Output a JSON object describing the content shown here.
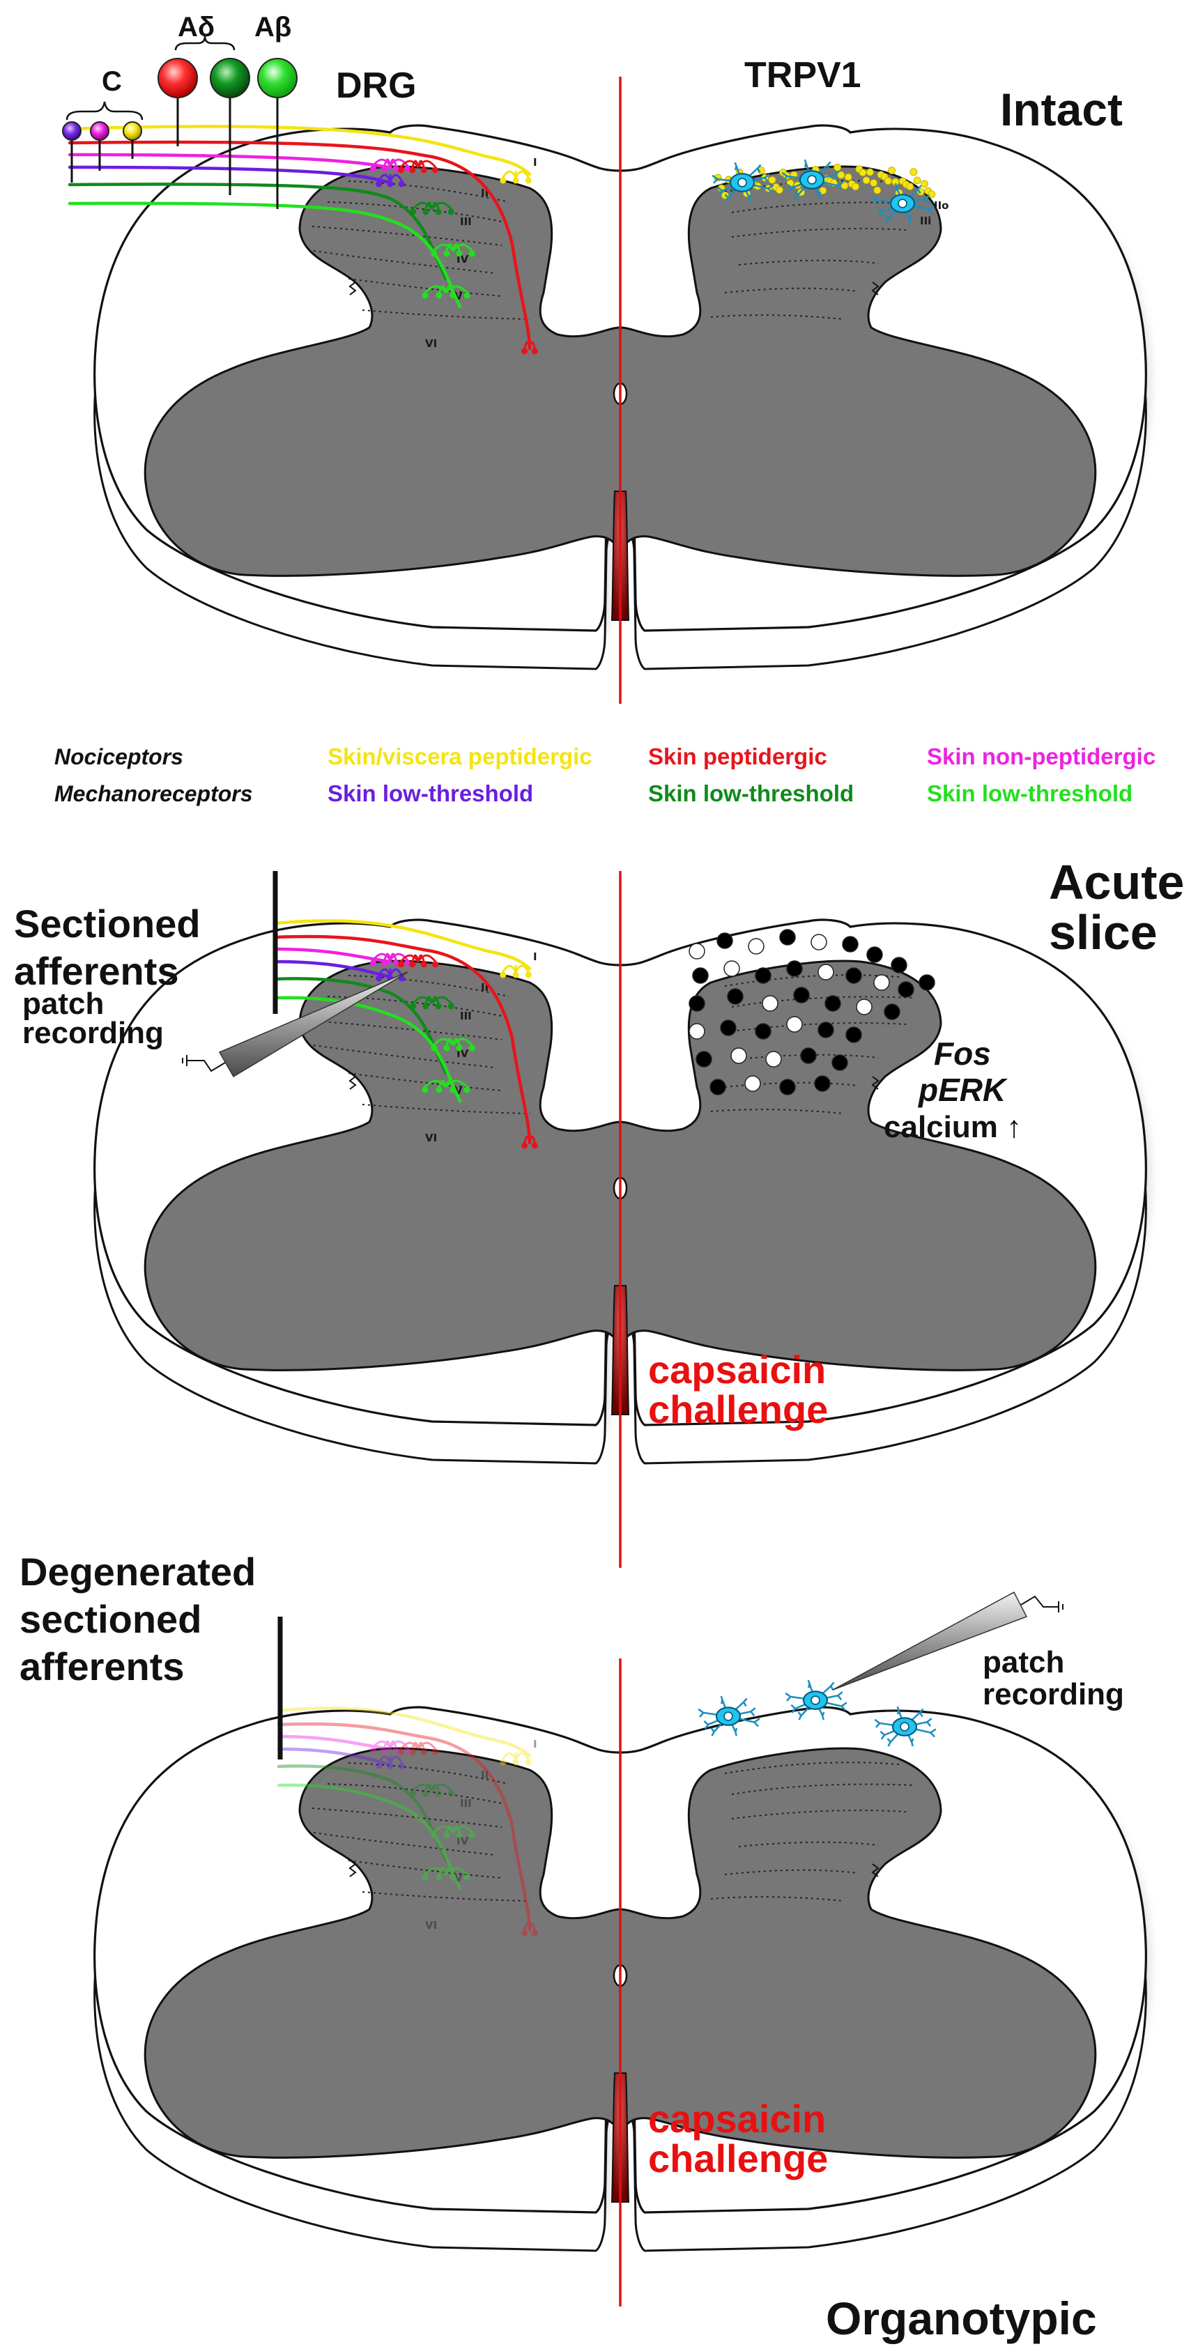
{
  "header": {
    "fiber_group_c": "C",
    "fiber_group_adelta": "Aδ",
    "fiber_group_abeta": "Aβ",
    "drg": "DRG",
    "trpv1": "TRPV1"
  },
  "panels": [
    {
      "title_lines": [
        "Intact"
      ],
      "left_annotation": [],
      "left_sub_annotation": [],
      "right_annotation": [],
      "bottom_annotation": []
    },
    {
      "title_lines": [
        "Acute",
        "slice"
      ],
      "left_annotation": [
        "Sectioned",
        "afferents"
      ],
      "left_sub_annotation": [
        "patch",
        "recording"
      ],
      "right_annotation": [
        "Fos",
        "pERK",
        "calcium ↑"
      ],
      "bottom_annotation": [
        "capsaicin",
        "challenge"
      ]
    },
    {
      "title_lines": [
        "Organotypic"
      ],
      "left_annotation": [
        "Degenerated",
        "sectioned",
        "afferents"
      ],
      "left_sub_annotation": [],
      "right_annotation": [
        "patch",
        "recording"
      ],
      "bottom_annotation": [
        "capsaicin",
        "challenge"
      ]
    }
  ],
  "laminae": [
    "I",
    "II",
    "III",
    "IV",
    "V",
    "VI"
  ],
  "lamina_sub": [
    "IIi",
    "IIo"
  ],
  "legend": {
    "rows": [
      {
        "heading": "Nociceptors",
        "items": [
          {
            "label": "Skin/viscera peptidergic",
            "color": "#f4e410"
          },
          {
            "label": "Skin peptidergic",
            "color": "#e8141b"
          },
          {
            "label": "Skin non-peptidergic",
            "color": "#ee22e0"
          }
        ]
      },
      {
        "heading": "Mechanoreceptors",
        "items": [
          {
            "label": "Skin low-threshold",
            "color": "#6a1ee0"
          },
          {
            "label": "Skin low-threshold",
            "color": "#0f8a1a"
          },
          {
            "label": "Skin low-threshold",
            "color": "#22e01e"
          }
        ]
      }
    ]
  },
  "colors": {
    "midline": "#e01010",
    "grey_matter": "#777777",
    "text_red": "#e81010",
    "neuron": "#21c4ee"
  }
}
